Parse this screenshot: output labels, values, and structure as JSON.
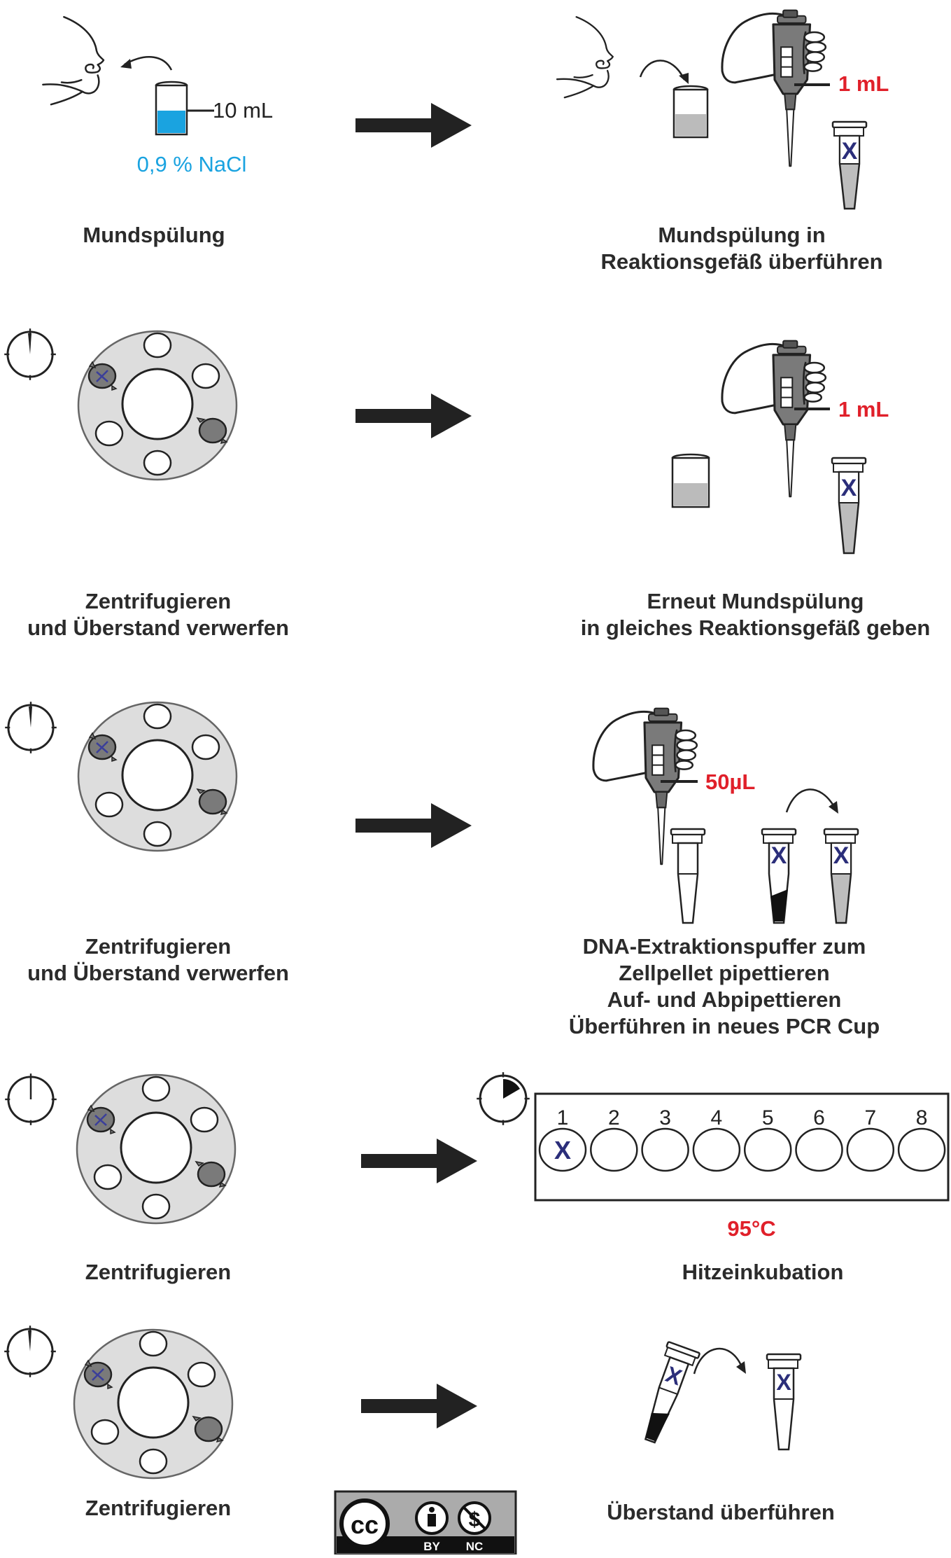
{
  "colors": {
    "red_label": "#e0202a",
    "blue_label": "#1aa3e0",
    "tube_mark": "#2b2e7a",
    "ink": "#222222",
    "rotor_fill": "#dddddd",
    "tube_gray": "#8a8a8a"
  },
  "row1": {
    "volume_label": "10 mL",
    "solution_label": "0,9 % NaCl",
    "pipette_volume": "1 mL",
    "tube_mark": "X",
    "left_caption": "Mundspülung",
    "right_caption": [
      "Mundspülung in",
      "Reaktionsgefäß überführen"
    ]
  },
  "row2": {
    "pipette_volume": "1 mL",
    "tube_mark": "X",
    "left_caption": [
      "Zentrifugieren",
      "und Überstand verwerfen"
    ],
    "right_caption": [
      "Erneut Mundspülung",
      "in gleiches Reaktionsgefäß geben"
    ]
  },
  "row3": {
    "pipette_volume": "50µL",
    "tube_mark": "X",
    "left_caption": [
      "Zentrifugieren",
      "und Überstand verwerfen"
    ],
    "right_caption": [
      "DNA-Extraktionspuffer zum",
      "Zellpellet pipettieren",
      "Auf- und Abpipettieren",
      "Überführen in neues PCR Cup"
    ]
  },
  "row4": {
    "strip_numbers": [
      "1",
      "2",
      "3",
      "4",
      "5",
      "6",
      "7",
      "8"
    ],
    "well_mark": "X",
    "temperature": "95°C",
    "left_caption": "Zentrifugieren",
    "right_caption": "Hitzeinkubation"
  },
  "row5": {
    "tube_mark": "X",
    "left_caption": "Zentrifugieren",
    "right_caption": "Überstand überführen"
  },
  "license": {
    "cc_text": "cc",
    "by_text": "BY",
    "nc_text": "NC"
  }
}
